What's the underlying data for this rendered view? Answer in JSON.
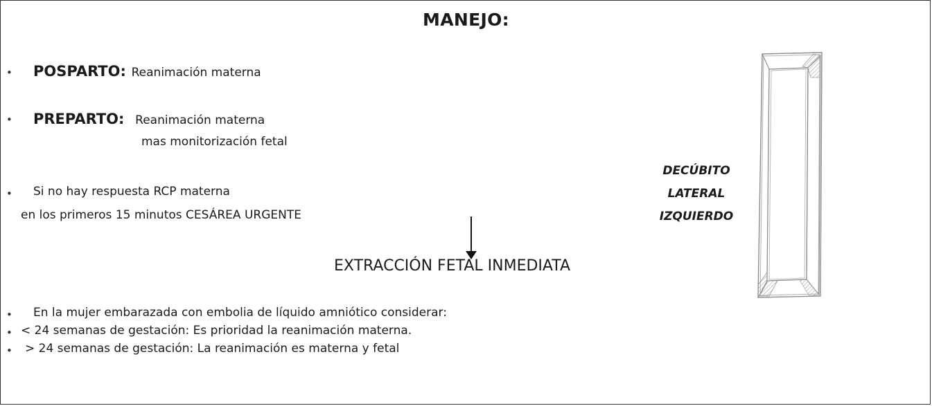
{
  "title": "MANEJO:",
  "items": {
    "posparto_label": "POSPARTO:",
    "posparto_text": "Reanimación materna",
    "preparto_label": "PREPARTO:",
    "preparto_text_1": "Reanimación materna",
    "preparto_text_2": "mas monitorización fetal",
    "rcp_line_1": "Si no hay respuesta RCP materna",
    "rcp_line_2": "en los primeros 15 minutos CESÁREA URGENTE",
    "extraction": "EXTRACCIÓN FETAL INMEDIATA",
    "embolia": "En la mujer embarazada con embolia de líquido amniótico considerar:",
    "menor_24": "< 24 semanas de gestación: Es prioridad la reanimación materna.",
    "mayor_24": "> 24 semanas de gestación: La reanimación es materna y fetal"
  },
  "position": {
    "line_1": "DECÚBITO",
    "line_2": "LATERAL",
    "line_3": "IZQUIERDO"
  },
  "icons": {
    "bullet": "bullet-dot",
    "arrow": "arrow-down-icon",
    "bed": "tilted-bed-icon"
  },
  "colors": {
    "text": "#1a1a1a",
    "border": "#333333",
    "graphic": "#9a9a9a"
  }
}
